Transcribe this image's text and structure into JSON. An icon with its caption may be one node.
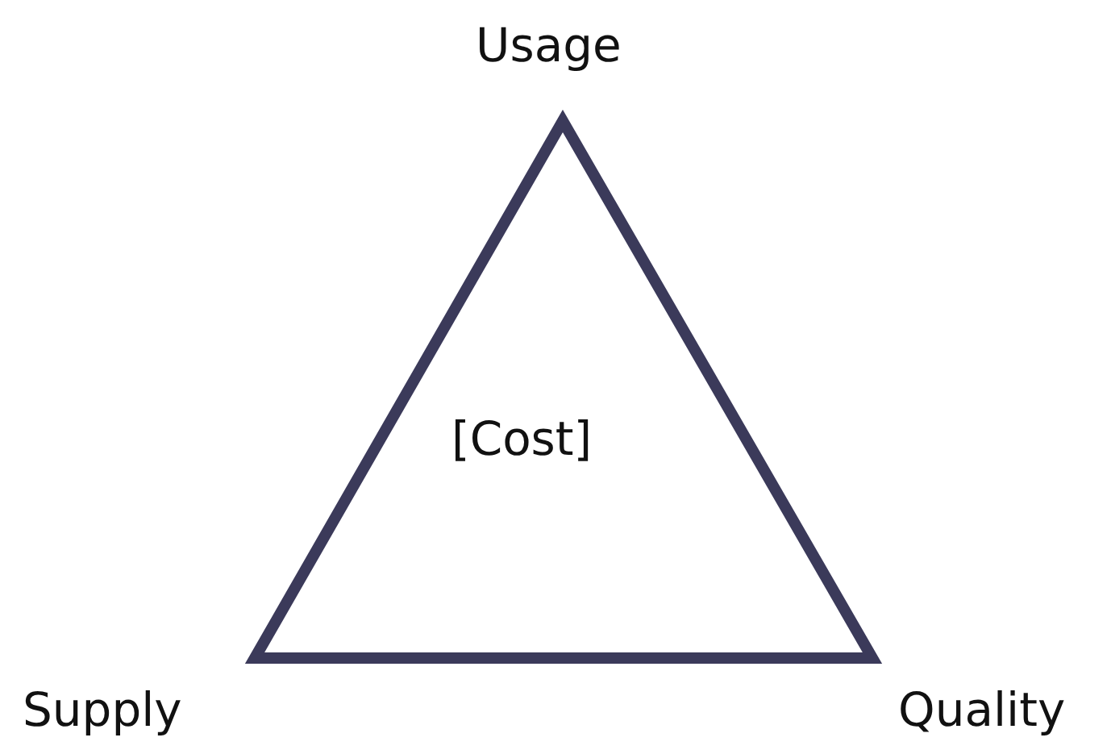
{
  "diagram": {
    "nodes": [
      {
        "text": [
          "[Cost]"
        ]
      }
    ],
    "labels": [
      "Usage",
      "Supply",
      "Quality"
    ]
  }
}
